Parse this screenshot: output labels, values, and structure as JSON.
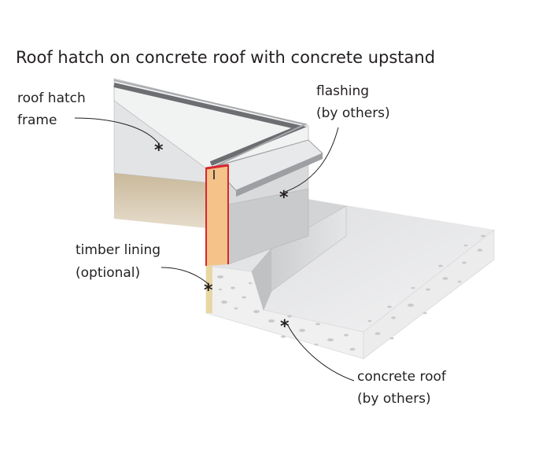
{
  "title": "Roof hatch on concrete roof with concrete upstand",
  "labels": {
    "roof_hatch_frame": [
      "roof hatch",
      "frame"
    ],
    "flashing": [
      "flashing",
      "(by others)"
    ],
    "timber_lining": [
      "timber lining",
      "(optional)"
    ],
    "concrete_roof": [
      "concrete roof",
      "(by others)"
    ]
  },
  "colors": {
    "frame_light": "#f1f2f2",
    "frame_shade": "#e3e4e5",
    "frame_edge": "#b9bbbd",
    "metal_dark": "#6d6e71",
    "metal_mid": "#a7a9ac",
    "timber": "#f5c28a",
    "timber_shadow": "#d2c2a7",
    "red_seal": "#d7262f",
    "concrete_top": "#e9eaeb",
    "concrete_side": "#f0f0f0",
    "speckle": "#c9cacc"
  }
}
